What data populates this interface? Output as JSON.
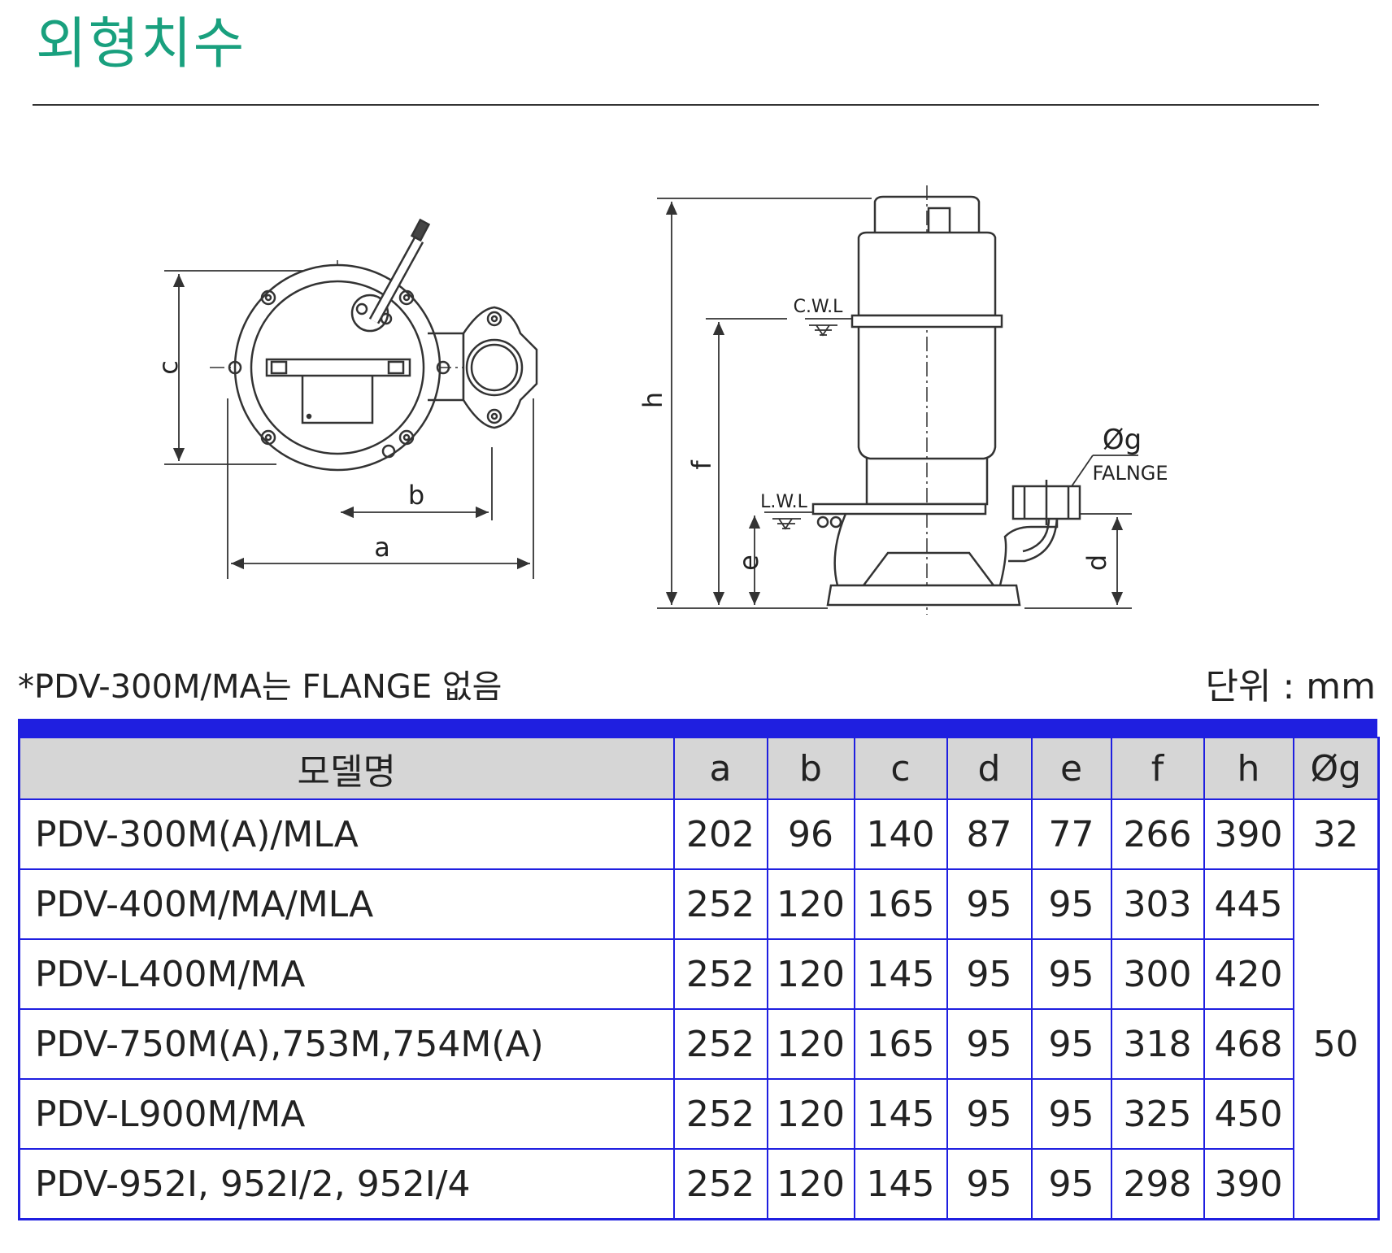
{
  "page": {
    "title": "외형치수",
    "note": "*PDV-300M/MA는 FLANGE 없음",
    "unit": "단위 : mm",
    "accent_color": "#19a07e",
    "table_color": "#1f1fe0"
  },
  "drawing": {
    "label_a": "a",
    "label_b": "b",
    "label_c": "c",
    "label_h": "h",
    "label_f": "f",
    "label_e": "e",
    "label_d": "d",
    "label_g": "Øg",
    "label_flange": "FALNGE",
    "label_cwl": "C.W.L",
    "label_lwl": "L.W.L"
  },
  "table": {
    "headers": [
      "모델명",
      "a",
      "b",
      "c",
      "d",
      "e",
      "f",
      "h",
      "Øg"
    ],
    "rows": [
      {
        "model": "PDV-300M(A)/MLA",
        "a": "202",
        "b": "96",
        "c": "140",
        "d": "87",
        "e": "77",
        "f": "266",
        "h": "390",
        "g": "32"
      },
      {
        "model": "PDV-400M/MA/MLA",
        "a": "252",
        "b": "120",
        "c": "165",
        "d": "95",
        "e": "95",
        "f": "303",
        "h": "445",
        "g": "50"
      },
      {
        "model": "PDV-L400M/MA",
        "a": "252",
        "b": "120",
        "c": "145",
        "d": "95",
        "e": "95",
        "f": "300",
        "h": "420"
      },
      {
        "model": "PDV-750M(A),753M,754M(A)",
        "a": "252",
        "b": "120",
        "c": "165",
        "d": "95",
        "e": "95",
        "f": "318",
        "h": "468"
      },
      {
        "model": "PDV-L900M/MA",
        "a": "252",
        "b": "120",
        "c": "145",
        "d": "95",
        "e": "95",
        "f": "325",
        "h": "450"
      },
      {
        "model": "PDV-952I, 952I/2, 952I/4",
        "a": "252",
        "b": "120",
        "c": "145",
        "d": "95",
        "e": "95",
        "f": "298",
        "h": "390"
      }
    ]
  }
}
